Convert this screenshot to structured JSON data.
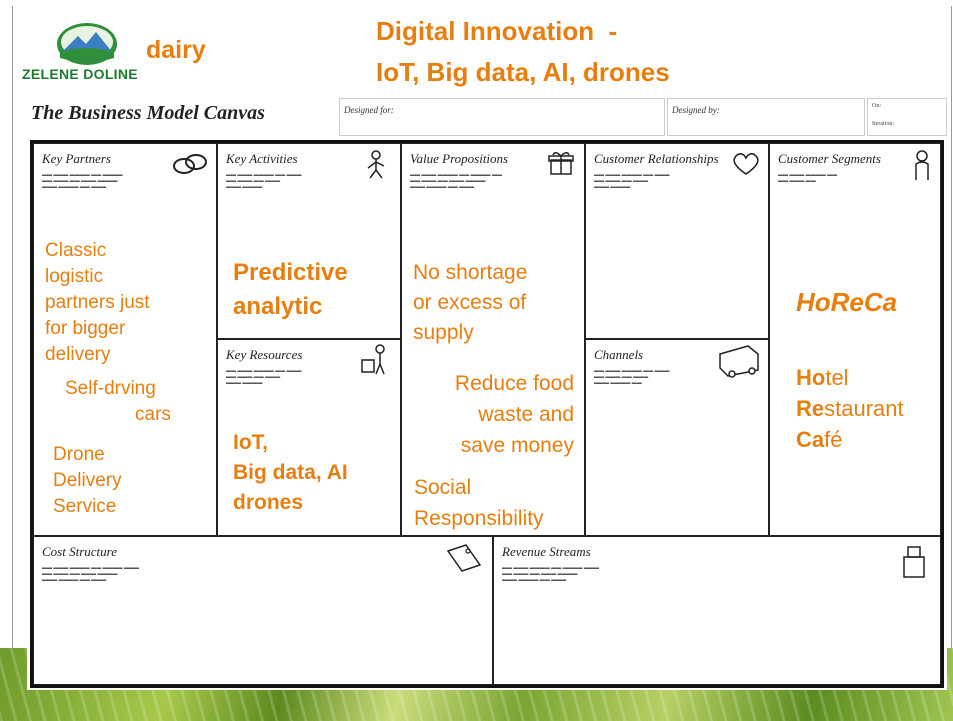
{
  "header": {
    "brand": "ZELENE DOLINE",
    "product": "dairy",
    "title_line1": "Digital Innovation  -",
    "title_line2": "IoT, Big data, AI, drones"
  },
  "canvas": {
    "title": "The Business Model Canvas",
    "designed_for_label": "Designed for:",
    "designed_by_label": "Designed by:",
    "on_label": "On:",
    "iteration_label": "Iteration:",
    "blocks": {
      "key_partners": "Key Partners",
      "key_activities": "Key Activities",
      "key_resources": "Key Resources",
      "value_propositions": "Value Propositions",
      "customer_relationships": "Customer Relationships",
      "channels": "Channels",
      "customer_segments": "Customer Segments",
      "cost_structure": "Cost Structure",
      "revenue_streams": "Revenue Streams"
    }
  },
  "notes": {
    "partners": [
      "Classic",
      "logistic",
      "partners just",
      "for bigger",
      "delivery"
    ],
    "self_driving": [
      "Self-drving",
      "cars"
    ],
    "drone": [
      "Drone",
      "Delivery",
      "Service"
    ],
    "activities": [
      "Predictive",
      "analytic"
    ],
    "resources": [
      "IoT,",
      "Big data, AI",
      "drones"
    ],
    "value1": [
      "No shortage",
      "or excess of",
      "supply"
    ],
    "value2": [
      "Reduce food",
      "waste and",
      "save money"
    ],
    "value3": [
      "Social",
      "Responsibility"
    ],
    "segments_title": "HoReCa",
    "segments": [
      {
        "bold": "Ho",
        "rest": "tel"
      },
      {
        "bold": "Re",
        "rest": "staurant"
      },
      {
        "bold": "Ca",
        "rest": "fé"
      }
    ]
  },
  "colors": {
    "accent": "#e67e10",
    "brand_green": "#1e7a2c"
  },
  "icons": [
    "mountain-logo-icon",
    "chain-link-icon",
    "worker-icon",
    "gift-icon",
    "heart-icon",
    "person-icon",
    "truck-icon",
    "cash-register-icon",
    "price-tag-icon"
  ]
}
